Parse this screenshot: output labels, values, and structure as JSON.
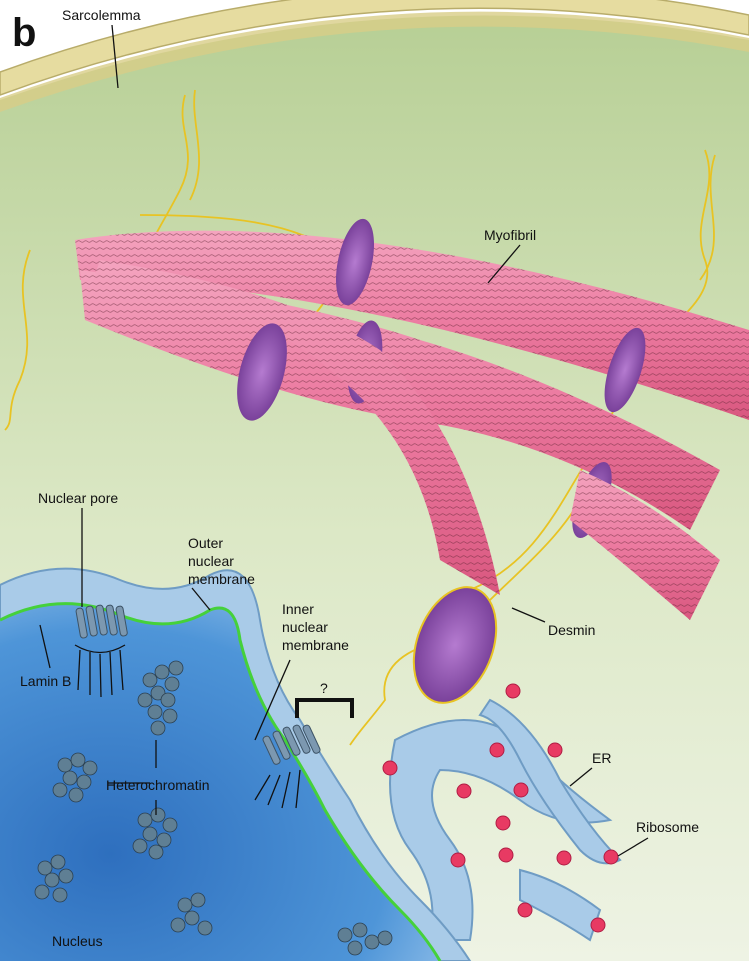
{
  "figure": {
    "panel_letter": "b",
    "labels": {
      "sarcolemma": "Sarcolemma",
      "myofibril": "Myofibril",
      "nuclear_pore": "Nuclear pore",
      "outer_nuclear_membrane": [
        "Outer",
        "nuclear",
        "membrane"
      ],
      "inner_nuclear_membrane": [
        "Inner",
        "nuclear",
        "membrane"
      ],
      "question": "?",
      "lamin_b": "Lamin B",
      "heterochromatin": "Heterochromatin",
      "desmin": "Desmin",
      "er": "ER",
      "ribosome": "Ribosome",
      "nucleus": "Nucleus"
    },
    "colors": {
      "cytoplasm": "#cfe0b5",
      "sarcolemma": "#e8dfa2",
      "myofibril": "#ef7fa4",
      "myofibril_end": "#8a4aa6",
      "desmin": "#e8c323",
      "nucleus": "#3f86cf",
      "nuclear_envelope": "#a9cbe8",
      "lamin_b": "#45d13a",
      "er": "#a9cbe8",
      "ribosome": "#e83a63",
      "heterochromatin": "#5f7f94"
    }
  }
}
